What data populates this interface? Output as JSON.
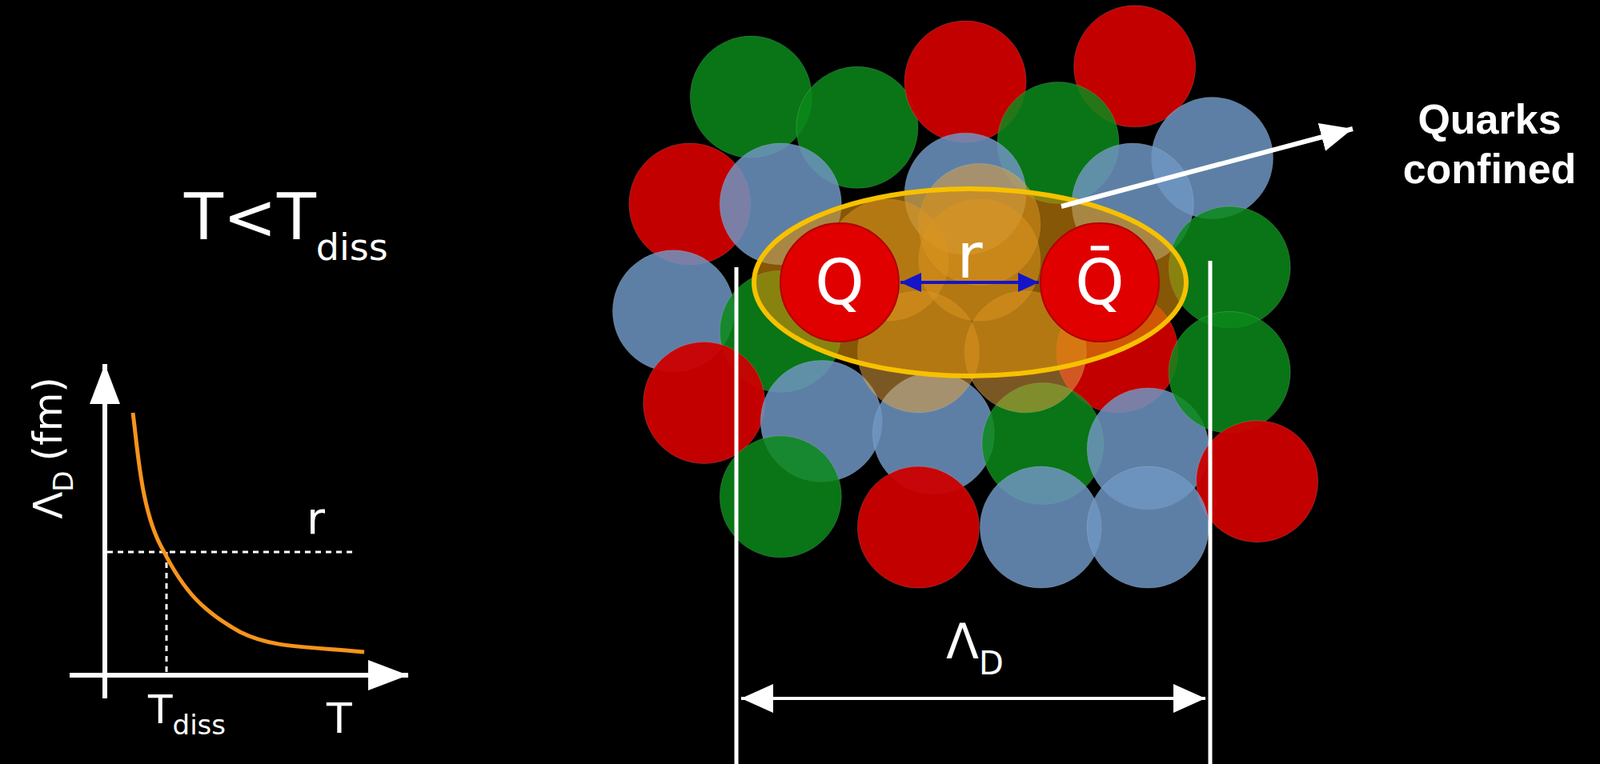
{
  "diagram": {
    "nodes": [
      {
        "text": [
          "Q"
        ]
      },
      {
        "text": [
          "Q̄"
        ]
      }
    ],
    "edges": [
      {
        "from": 0,
        "to": 1,
        "arrow": "both",
        "label": "r"
      }
    ],
    "labels": [
      "T<T",
      "diss",
      "Λ",
      "D",
      "(fm)",
      "r",
      "T",
      "diss",
      "T",
      "Λ",
      "D",
      "Quarks confined"
    ]
  }
}
